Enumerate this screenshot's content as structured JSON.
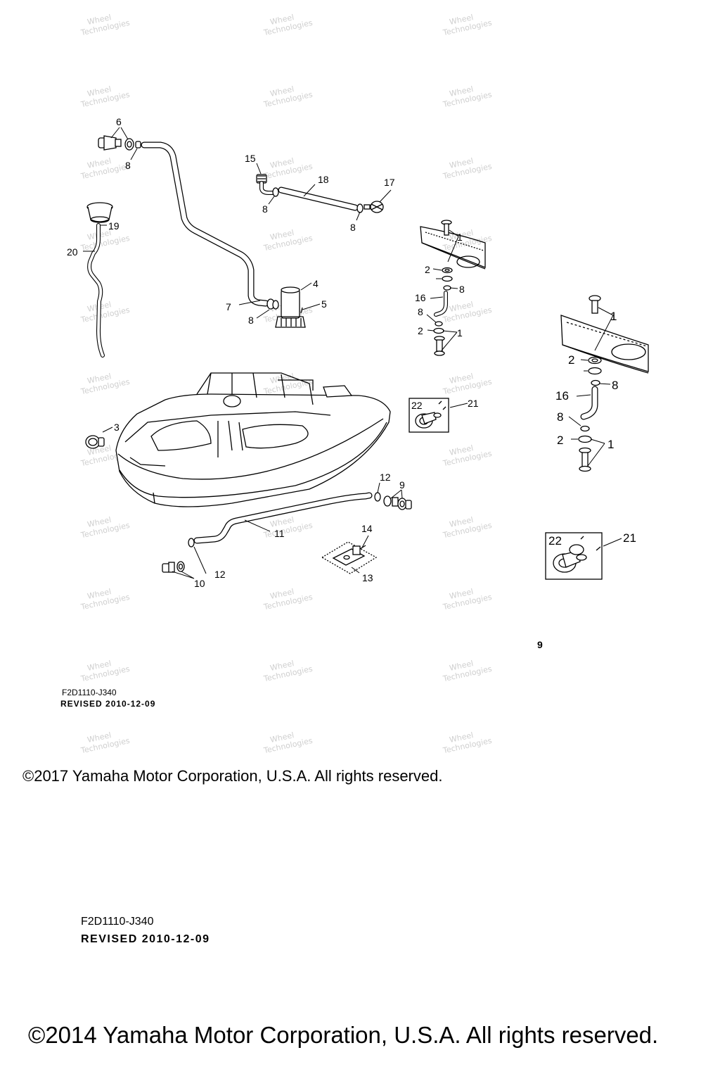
{
  "diagram": {
    "callouts": {
      "c6": "6",
      "c8a": "8",
      "c15": "15",
      "c18": "18",
      "c17": "17",
      "c8b": "8",
      "c8c": "8",
      "c19": "19",
      "c20": "20",
      "c4": "4",
      "c7": "7",
      "c5": "5",
      "c8d": "8",
      "c3": "3",
      "c1a": "1",
      "c2a": "2",
      "c8e": "8",
      "c16a": "16",
      "c8f": "8",
      "c2b": "2",
      "c1b": "1",
      "c22a": "22",
      "c21a": "21",
      "c12a": "12",
      "c9": "9",
      "c14": "14",
      "c11": "11",
      "c13": "13",
      "c12b": "12",
      "c10": "10",
      "c1c": "1",
      "c2c": "2",
      "c8g": "8",
      "c16b": "16",
      "c8h": "8",
      "c2d": "2",
      "c1d": "1",
      "c22b": "22",
      "c21b": "21"
    },
    "watermark": [
      "Wheel",
      "Technologies"
    ]
  },
  "footer": {
    "stray_mark": "9",
    "code_1": "F2D1110-J340",
    "revised_1": "REVISED 2010-12-09",
    "copyright_1": "©2017 Yamaha Motor Corporation, U.S.A. All rights reserved.",
    "code_2": "F2D1110-J340",
    "revised_2": "REVISED 2010-12-09",
    "copyright_2": "©2014 Yamaha Motor Corporation, U.S.A. All rights reserved."
  }
}
